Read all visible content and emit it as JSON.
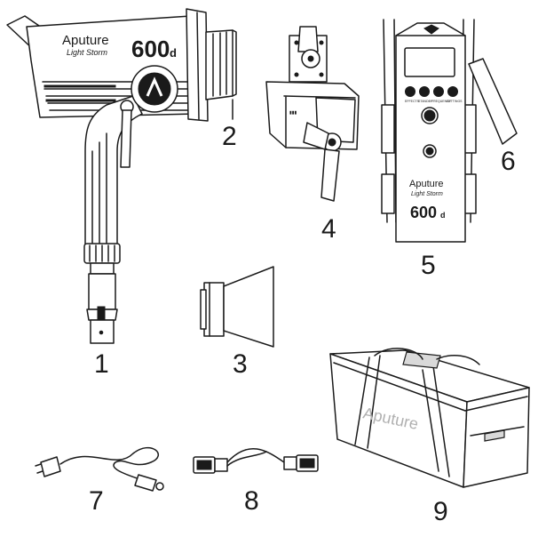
{
  "items": [
    {
      "id": "item-1",
      "number": "1"
    },
    {
      "id": "item-2",
      "number": "2"
    },
    {
      "id": "item-3",
      "number": "3"
    },
    {
      "id": "item-4",
      "number": "4"
    },
    {
      "id": "item-5",
      "number": "5"
    },
    {
      "id": "item-6",
      "number": "6"
    },
    {
      "id": "item-7",
      "number": "7"
    },
    {
      "id": "item-8",
      "number": "8"
    },
    {
      "id": "item-9",
      "number": "9"
    }
  ],
  "branding": {
    "brand": "Aputure",
    "line": "Light Storm",
    "model": "600",
    "model_suffix": "d"
  },
  "controller_labels": [
    "EFFECTS",
    "STANDBY",
    "FREQUENCY",
    "SETTINGS"
  ]
}
